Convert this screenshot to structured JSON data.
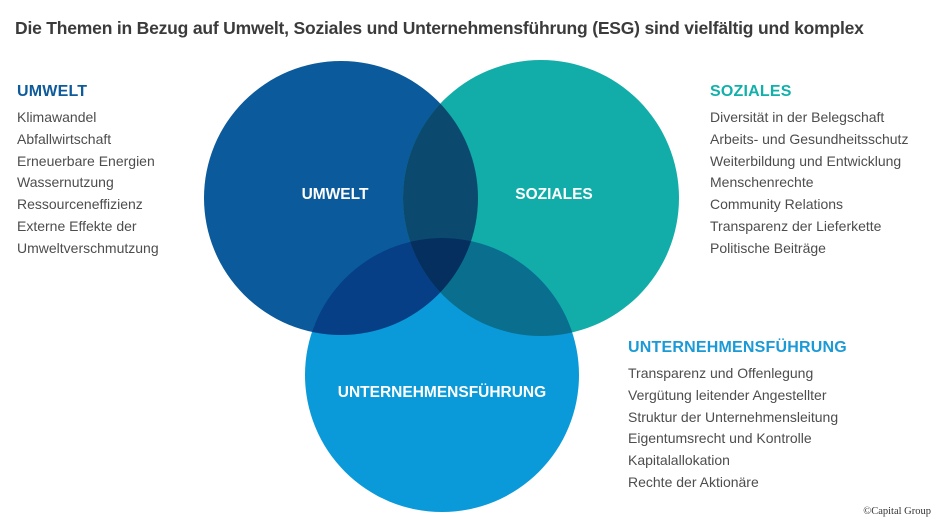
{
  "title": "Die Themen in Bezug auf Umwelt, Soziales und Unternehmensführung (ESG) sind vielfältig und komplex",
  "colors": {
    "umwelt": "#0a5a9c",
    "soziales": "#12ada8",
    "unternehmensfuehrung": "#0a9ad9",
    "umwelt_soziales": "#0b4a6e",
    "umwelt_unternehmensfuehrung": "#073f86",
    "soziales_unternehmensfuehrung": "#0a6f8f",
    "all_three": "#052f5e",
    "heading_umwelt": "#0e5b9c",
    "heading_soziales": "#12b0aa",
    "heading_unternehmensfuehrung": "#1a9ad6"
  },
  "venn": {
    "circles": [
      {
        "label": "UMWELT"
      },
      {
        "label": "SOZIALES"
      },
      {
        "label": "UNTERNEHMENSFÜHRUNG"
      }
    ]
  },
  "panels": {
    "umwelt": {
      "heading": "UMWELT",
      "items": [
        "Klimawandel",
        "Abfallwirtschaft",
        "Erneuerbare Energien",
        "Wassernutzung",
        "Ressourceneffizienz",
        "Externe Effekte der Umweltverschmutzung"
      ]
    },
    "soziales": {
      "heading": "SOZIALES",
      "items": [
        "Diversität in der Belegschaft",
        "Arbeits- und Gesundheitsschutz",
        "Weiterbildung und Entwicklung",
        "Menschenrechte",
        "Community Relations",
        "Transparenz der Lieferkette",
        "Politische Beiträge"
      ]
    },
    "unternehmensfuehrung": {
      "heading": "UNTERNEHMENSFÜHRUNG",
      "items": [
        "Transparenz und Offenlegung",
        "Vergütung leitender Angestellter",
        "Struktur der Unternehmensleitung",
        "Eigentumsrecht und Kontrolle",
        "Kapitalallokation",
        "Rechte der Aktionäre"
      ]
    }
  },
  "credit": "©Capital Group"
}
